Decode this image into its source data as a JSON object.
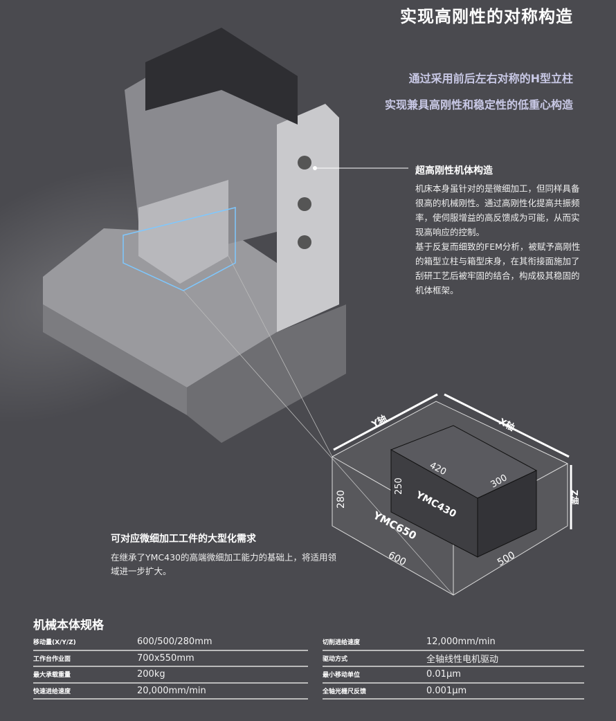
{
  "title": "实现高刚性的对称构造",
  "subtitles": [
    "通过采用前后左右对称的H型立柱",
    "实现兼具高刚性和稳定性的低重心构造"
  ],
  "feature1": {
    "heading": "超高刚性机体构造",
    "body": [
      "机床本身虽针对的是微细加工，但同样具备很高的机械刚性。通过高刚性化提高共振频率，使伺服增益的高反馈成为可能，从而实现高响应的控制。",
      "基于反复而细致的FEM分析，被赋予高刚性的箱型立柱与箱型床身，在其衔接面施加了刮研工艺后被牢固的结合，构成极其稳固的机体框架。"
    ]
  },
  "feature2": {
    "heading": "可对应微细加工工件的大型化需求",
    "body": "在继承了YMC430的高端微细加工能力的基础上，将适用领域进一步扩大。"
  },
  "diagram": {
    "y_axis": "Y轴",
    "x_axis": "X轴",
    "z_axis": "Z轴",
    "outer_model": "YMC650",
    "inner_model": "YMC430",
    "outer_x": "600",
    "outer_y": "500",
    "outer_z": "280",
    "inner_x": "420",
    "inner_y": "300",
    "inner_z": "250"
  },
  "specs": {
    "title": "机械本体规格",
    "left": [
      {
        "k": "移动量(X/Y/Z)",
        "v": "600/500/280mm"
      },
      {
        "k": "工作台作业面",
        "v": "700x550mm"
      },
      {
        "k": "最大承载重量",
        "v": "200kg"
      },
      {
        "k": "快速进给速度",
        "v": "20,000mm/min"
      }
    ],
    "right": [
      {
        "k": "切削进给速度",
        "v": "12,000mm/min"
      },
      {
        "k": "驱动方式",
        "v": "全轴线性电机驱动"
      },
      {
        "k": "最小移动单位",
        "v": "0.01μm"
      },
      {
        "k": "全轴光栅尺反馈",
        "v": "0.001μm"
      }
    ]
  }
}
